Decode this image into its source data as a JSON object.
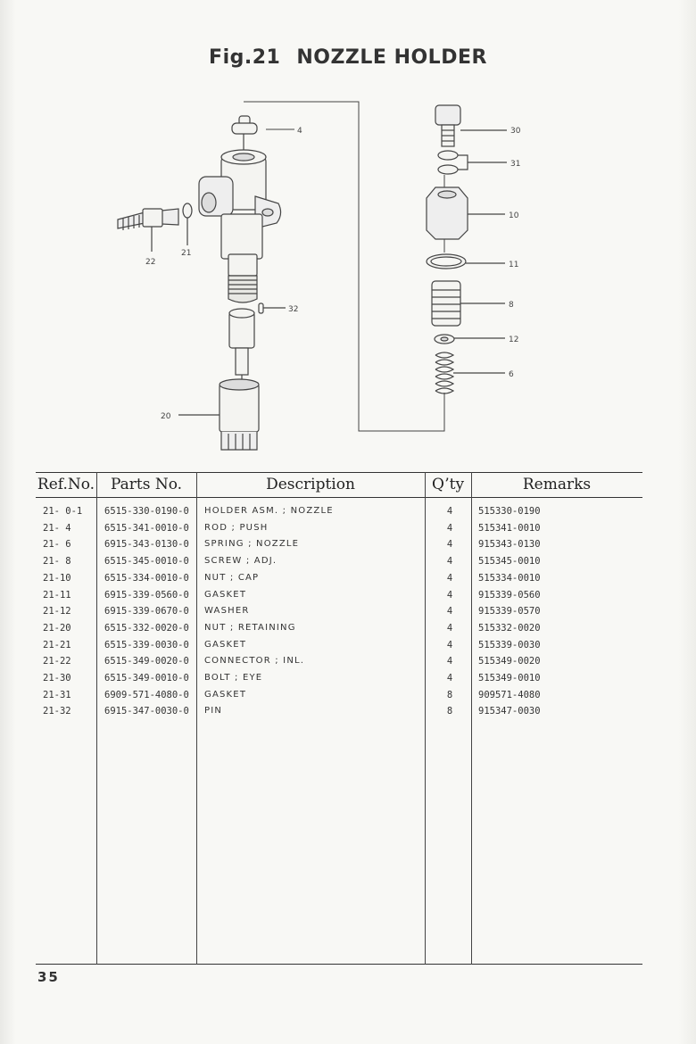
{
  "title": {
    "fig": "Fig.21",
    "name": "NOZZLE HOLDER"
  },
  "callouts": [
    "4",
    "30",
    "31",
    "10",
    "11",
    "8",
    "12",
    "6",
    "22",
    "21",
    "32",
    "20"
  ],
  "table": {
    "headers": {
      "ref": "Ref.No.",
      "part": "Parts No.",
      "desc": "Description",
      "qty": "Q’ty",
      "rem": "Remarks"
    },
    "rows": [
      {
        "ref": "21- 0-1",
        "part": "6515-330-0190-0",
        "desc": "HOLDER ASM. ; NOZZLE",
        "qty": "4",
        "rem": "515330-0190"
      },
      {
        "ref": "21- 4",
        "part": "6515-341-0010-0",
        "desc": "ROD ; PUSH",
        "qty": "4",
        "rem": "515341-0010"
      },
      {
        "ref": "21- 6",
        "part": "6915-343-0130-0",
        "desc": "SPRING ; NOZZLE",
        "qty": "4",
        "rem": "915343-0130"
      },
      {
        "ref": "21- 8",
        "part": "6515-345-0010-0",
        "desc": "SCREW ; ADJ.",
        "qty": "4",
        "rem": "515345-0010"
      },
      {
        "ref": "21-10",
        "part": "6515-334-0010-0",
        "desc": "NUT ; CAP",
        "qty": "4",
        "rem": "515334-0010"
      },
      {
        "ref": "21-11",
        "part": "6915-339-0560-0",
        "desc": "GASKET",
        "qty": "4",
        "rem": "915339-0560"
      },
      {
        "ref": "21-12",
        "part": "6915-339-0670-0",
        "desc": "WASHER",
        "qty": "4",
        "rem": "915339-0570"
      },
      {
        "ref": "21-20",
        "part": "6515-332-0020-0",
        "desc": "NUT ; RETAINING",
        "qty": "4",
        "rem": "515332-0020"
      },
      {
        "ref": "21-21",
        "part": "6515-339-0030-0",
        "desc": "GASKET",
        "qty": "4",
        "rem": "515339-0030"
      },
      {
        "ref": "21-22",
        "part": "6515-349-0020-0",
        "desc": "CONNECTOR ; INL.",
        "qty": "4",
        "rem": "515349-0020"
      },
      {
        "ref": "21-30",
        "part": "6515-349-0010-0",
        "desc": "BOLT ; EYE",
        "qty": "4",
        "rem": "515349-0010"
      },
      {
        "ref": "21-31",
        "part": "6909-571-4080-0",
        "desc": "GASKET",
        "qty": "8",
        "rem": "909571-4080"
      },
      {
        "ref": "21-32",
        "part": "6915-347-0030-0",
        "desc": "PIN",
        "qty": "8",
        "rem": "915347-0030"
      }
    ]
  },
  "page_number": "35"
}
